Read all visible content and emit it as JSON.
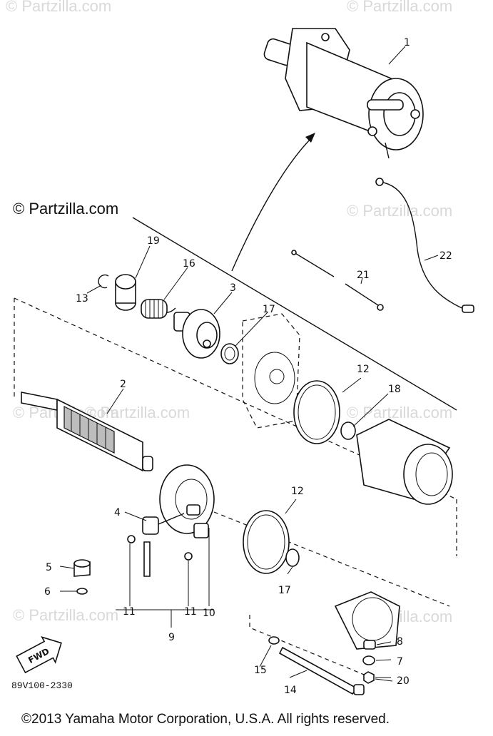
{
  "watermarks": [
    "© Partzilla.com",
    "© Partzilla.com",
    "© Partzilla.com",
    "© Partzilla.com",
    "© Partzilla.com",
    "© Partzilla.com",
    "© Partzilla.com",
    "© Partzilla.com"
  ],
  "brand_label": "© Partzilla.com",
  "diagram_code": "89V100-2330",
  "fwd_label": "FWD",
  "copyright": "©2013  Yamaha Motor Corporation, U.S.A. All rights reserved.",
  "callouts": [
    "1",
    "2",
    "3",
    "4",
    "5",
    "6",
    "7",
    "8",
    "9",
    "10",
    "11",
    "11",
    "12",
    "12",
    "13",
    "14",
    "15",
    "16",
    "17",
    "17",
    "18",
    "19",
    "20",
    "21",
    "22"
  ]
}
